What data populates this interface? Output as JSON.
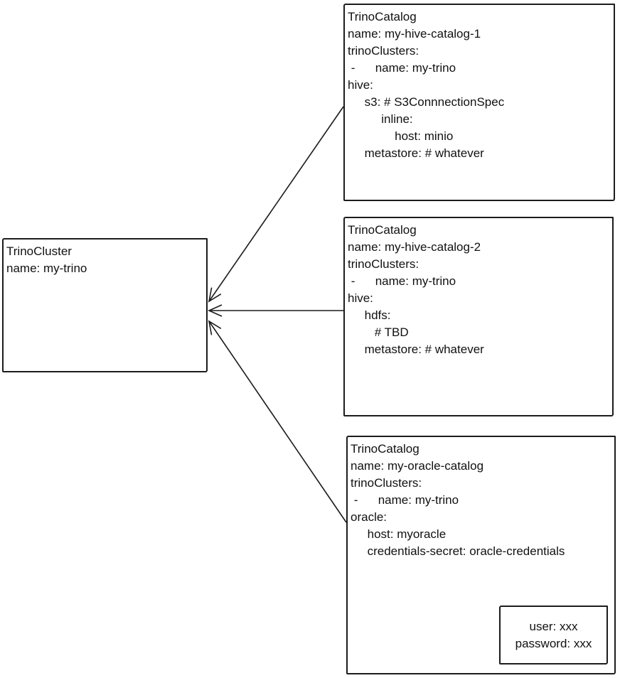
{
  "colors": {
    "ink": "#1b1b1b",
    "background": "#ffffff"
  },
  "cluster": {
    "lines": [
      "TrinoCluster",
      "name: my-trino"
    ]
  },
  "catalogs": [
    {
      "lines": [
        "TrinoCatalog",
        "name: my-hive-catalog-1",
        "trinoClusters:",
        " -      name: my-trino",
        "hive:",
        "     s3: # S3ConnnectionSpec",
        "          inline:",
        "              host: minio",
        "     metastore: # whatever"
      ]
    },
    {
      "lines": [
        "TrinoCatalog",
        "name: my-hive-catalog-2",
        "trinoClusters:",
        " -      name: my-trino",
        "hive:",
        "     hdfs:",
        "        # TBD",
        "     metastore: # whatever"
      ]
    },
    {
      "lines": [
        "TrinoCatalog",
        "name: my-oracle-catalog",
        "trinoClusters:",
        " -      name: my-trino",
        "oracle:",
        "     host: myoracle",
        "     credentials-secret: oracle-credentials"
      ]
    }
  ],
  "credentials": {
    "lines": [
      "user: xxx",
      "password: xxx"
    ]
  }
}
